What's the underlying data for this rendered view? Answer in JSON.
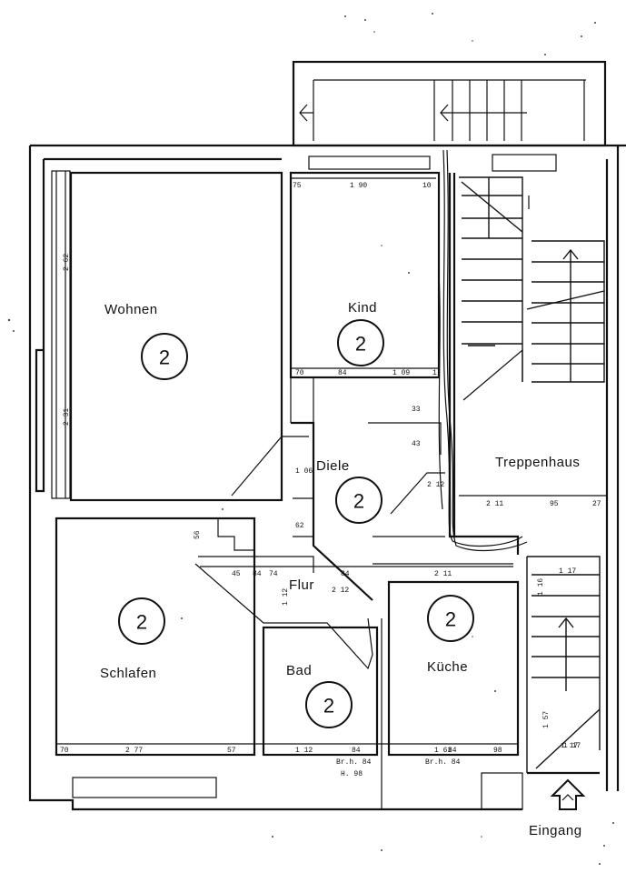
{
  "rooms": [
    {
      "id": "wohnen",
      "label": "Wohnen",
      "number": "2"
    },
    {
      "id": "kind",
      "label": "Kind",
      "number": "2"
    },
    {
      "id": "diele",
      "label": "Diele",
      "number": "2"
    },
    {
      "id": "treppenhaus",
      "label": "Treppenhaus"
    },
    {
      "id": "schlafen",
      "label": "Schlafen",
      "number": "2"
    },
    {
      "id": "flur",
      "label": "Flur"
    },
    {
      "id": "bad",
      "label": "Bad",
      "number": "2"
    },
    {
      "id": "kueche",
      "label": "Küche",
      "number": "2"
    }
  ],
  "entrance": {
    "label": "Eingang"
  },
  "dimensions": {
    "kind_top": [
      "75",
      "1 90",
      "10"
    ],
    "wohnen_side": [
      "2 62",
      "2 31"
    ],
    "kind_bottom": [
      "70",
      "84",
      "1 09",
      "1"
    ],
    "diele_side": [
      "33",
      "43",
      "2 12"
    ],
    "diele_left": [
      "1 06",
      "62"
    ],
    "treppen": [
      "2 11",
      "95",
      "27"
    ],
    "flur_row": [
      "45",
      "84",
      "74",
      "84",
      "2 12",
      "2 11"
    ],
    "right_col": [
      "1 17",
      "1 17",
      "1 57"
    ],
    "bottom_row": [
      "70",
      "2 77",
      "57",
      "1 12",
      "84",
      "1 61",
      "84",
      "98",
      "1 17"
    ],
    "door_notes": [
      "Br.h. 84",
      "H. 98",
      "Br.h. 84"
    ],
    "small": [
      "56",
      "1 12",
      "1 16"
    ]
  }
}
